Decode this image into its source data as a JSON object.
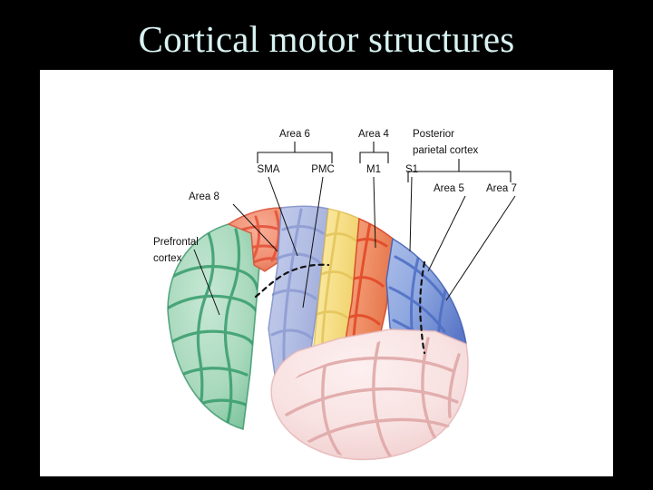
{
  "slide": {
    "title": "Cortical motor structures",
    "background_color": "#000000",
    "title_color": "#d9f2f2",
    "panel_color": "#ffffff"
  },
  "figure": {
    "type": "anatomical-diagram",
    "subject": "lateral view of human cerebral hemisphere with cortical motor areas",
    "labels": {
      "area6": "Area 6",
      "area4": "Area 4",
      "posterior_parietal_line1": "Posterior",
      "posterior_parietal_line2": "parietal cortex",
      "sma": "SMA",
      "pmc": "PMC",
      "m1": "M1",
      "s1": "S1",
      "area5": "Area 5",
      "area7": "Area 7",
      "area8": "Area 8",
      "prefrontal_line1": "Prefrontal",
      "prefrontal_line2": "cortex"
    },
    "region_colors": {
      "prefrontal_green": "#a9d9bd",
      "prefrontal_green_sulci": "#3a9e6e",
      "area8_salmon": "#f08f72",
      "area8_sulci": "#e4543a",
      "premotor_periwinkle": "#b3bee4",
      "premotor_sulci": "#8c9ad2",
      "m1_yellow": "#f7e08a",
      "m1_sulci": "#e3c45a",
      "s1_orange": "#f09068",
      "s1_sulci": "#e24a28",
      "parietal_blue": "#8fa8e0",
      "parietal_blue_deep": "#4d6dc4",
      "temporal_pink": "#f8e1e1",
      "temporal_sulci": "#dfa8a8"
    }
  }
}
